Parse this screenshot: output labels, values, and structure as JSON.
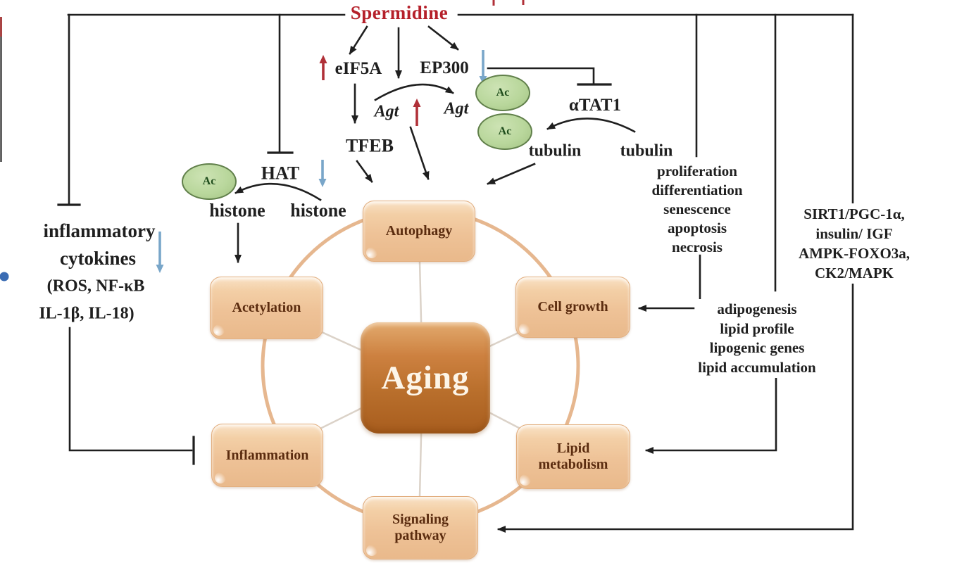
{
  "title": {
    "label": "Spermidine"
  },
  "nodes": {
    "eif5a": "eIF5A",
    "ep300": "EP300",
    "agt_left": "Agt",
    "agt_right": "Agt",
    "atat1": "αTAT1",
    "tfeb": "TFEB",
    "tubulin_left": "tubulin",
    "tubulin_right": "tubulin",
    "hat": "HAT",
    "histone_left": "histone",
    "histone_right": "histone",
    "ac_label": "Ac"
  },
  "left_block": {
    "line1": "inflammatory",
    "line2": "cytokines",
    "line3": "(ROS, NF-κB",
    "line4": "IL-1β, IL-18)"
  },
  "lists": {
    "cell_processes": [
      "proliferation",
      "differentiation",
      "senescence",
      "apoptosis",
      "necrosis"
    ],
    "signaling_molecules": [
      "SIRT1/PGC-1α,",
      "insulin/ IGF",
      "AMPK-FOXO3a,",
      "CK2/MAPK"
    ],
    "lipid_effects": [
      "adipogenesis",
      "lipid profile",
      "lipogenic genes",
      "lipid accumulation"
    ]
  },
  "hub": {
    "label": "Aging"
  },
  "boxes": {
    "autophagy": {
      "label": "Autophagy"
    },
    "acetylation": {
      "label": "Acetylation"
    },
    "cell_growth": {
      "label": "Cell growth"
    },
    "inflammation": {
      "label": "Inflammation"
    },
    "lipid_metabolism": {
      "line1": "Lipid",
      "line2": "metabolism"
    },
    "signaling_pathway": {
      "line1": "Signaling",
      "line2": "pathway"
    }
  },
  "colors": {
    "title_red": "#b5202a",
    "up_arrow_red": "#b03038",
    "down_arrow_blue": "#79a6c9",
    "ac_green_fill": "#b9d79c",
    "ac_green_border": "#61804b",
    "peach_box": "#eec297",
    "box_text_brown": "#5b2c0f",
    "hub_brown": "#b96f2c",
    "ring_peach": "#e6b78f",
    "line_black": "#1f1f1f",
    "dot_blue": "#3a6cb3"
  }
}
